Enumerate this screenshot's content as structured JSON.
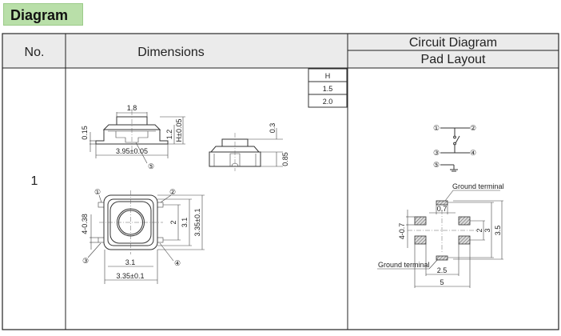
{
  "section_title": "Diagram",
  "table": {
    "headers": {
      "no": "No.",
      "dimensions": "Dimensions",
      "circuit": "Circuit Diagram",
      "pad": "Pad Layout"
    },
    "rows": [
      {
        "no": "1"
      }
    ]
  },
  "height_table": {
    "header": "H",
    "values": [
      "1.5",
      "2.0"
    ]
  },
  "side_view": {
    "top_width": "1.8",
    "gap": "0.15",
    "height_inner": "1.2",
    "height": "H±0.05",
    "width": "3.95±0.05",
    "callout": "⑤"
  },
  "front_view": {
    "top": "0.3",
    "base": "0.85"
  },
  "top_view": {
    "pins": [
      "①",
      "②",
      "③",
      "④"
    ],
    "pin_width": "4-0.38",
    "pitch": "2",
    "inner_h": "3.1",
    "outer_h": "3.35±0.1",
    "inner_w": "3.1",
    "outer_w": "3.35±0.1"
  },
  "circuit": {
    "pins": [
      "①",
      "②",
      "③",
      "④",
      "⑤"
    ]
  },
  "pad_layout": {
    "ground_top": "Ground terminal",
    "ground_bottom": "Ground terminal",
    "gnd_width": "0.7",
    "pad_size": "4-0.7",
    "pitch_v": "2",
    "span_v": "3",
    "gnd_span": "3.5",
    "pitch_h": "2.5",
    "span_h": "5"
  }
}
